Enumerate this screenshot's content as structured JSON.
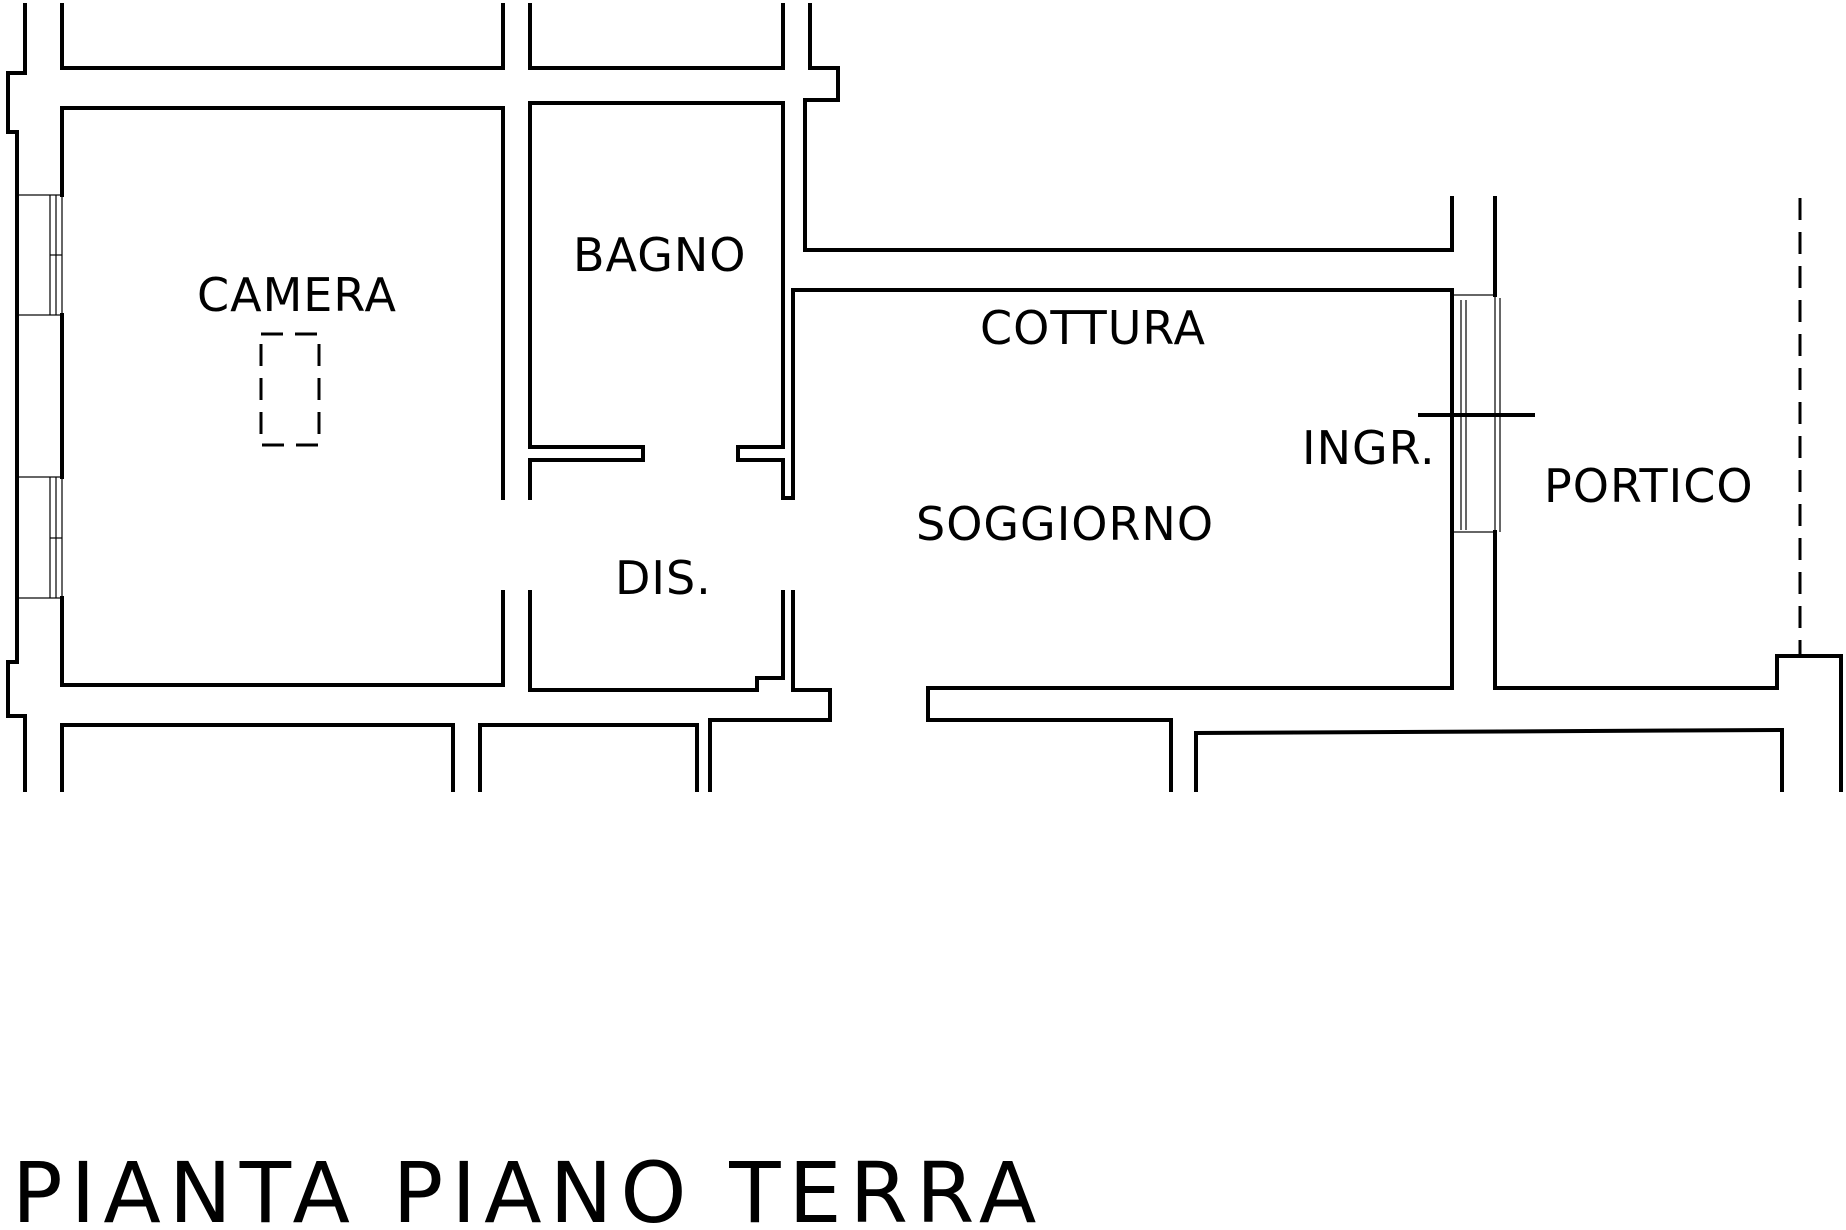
{
  "plan": {
    "title": "PIANTA PIANO TERRA",
    "rooms": {
      "camera": "CAMERA",
      "bagno": "BAGNO",
      "cottura": "COTTURA",
      "ingresso": "INGR.",
      "portico": "PORTICO",
      "soggiorno": "SOGGIORNO",
      "disimpegno": "DIS."
    }
  }
}
